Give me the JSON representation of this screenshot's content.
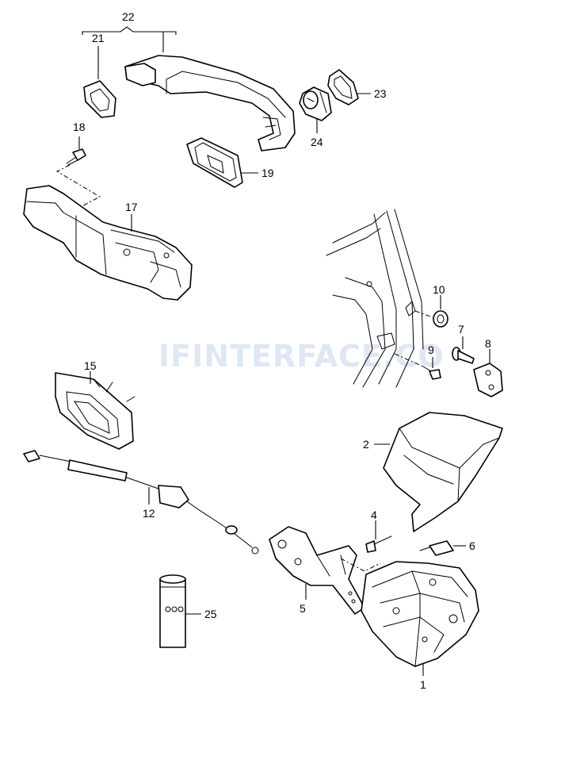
{
  "watermark": "IFINTERFACE.CO",
  "callouts": {
    "c1": "1",
    "c2": "2",
    "c4": "4",
    "c5": "5",
    "c6": "6",
    "c7": "7",
    "c8": "8",
    "c9": "9",
    "c10": "10",
    "c12": "12",
    "c15": "15",
    "c17": "17",
    "c18": "18",
    "c19": "19",
    "c21": "21",
    "c22": "22",
    "c23": "23",
    "c24": "24",
    "c25": "25"
  }
}
